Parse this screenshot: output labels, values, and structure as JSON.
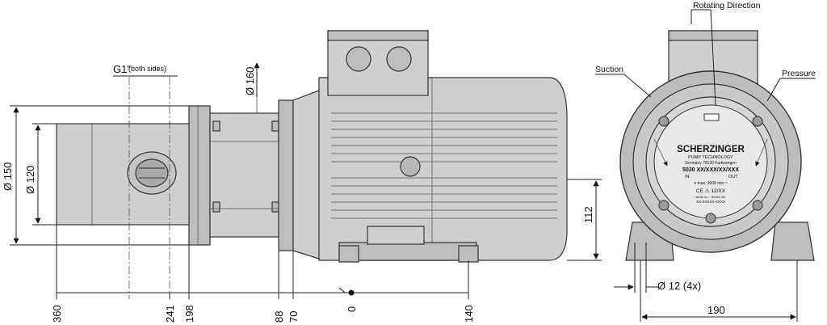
{
  "labels": {
    "thread": "G1\"",
    "thread_note": "(both sides)",
    "rotating_direction": "Rotating Direction",
    "suction": "Suction",
    "pressure": "Pressure"
  },
  "dimensions": {
    "dia_160": "Ø 160",
    "dia_150": "Ø 150",
    "dia_120": "Ø 120",
    "height_112": "112",
    "holes": "Ø 12 (4x)",
    "width_190": "190"
  },
  "bottom_scale": [
    "360",
    "241",
    "198",
    "88",
    "70",
    "0",
    "140"
  ],
  "nameplate": {
    "brand": "SCHERZINGER",
    "subtitle": "PUMP TECHNOLOGY",
    "origin": "Germany 78120 Furtwangen",
    "model": "5030 XX/XXX/XX/XXX",
    "in": "IN",
    "out": "OUT",
    "speed": "n max. 3000 min⁻¹",
    "cert": "CE ⚠ 12/XX",
    "serial_label": "serial no. / Serien-Nr.",
    "serial": "XX-XXXXX-XXXX"
  }
}
